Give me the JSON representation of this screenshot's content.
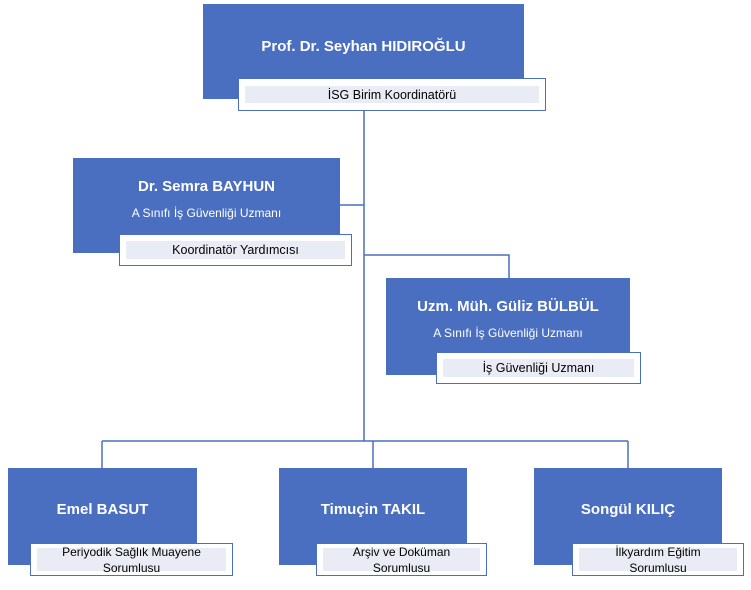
{
  "colors": {
    "box_fill": "#4a6fc1",
    "connector": "#4a6fc1",
    "label_border": "#4a6fc1",
    "label_shade": "#e9ecf5"
  },
  "coordinator": {
    "name": "Prof. Dr. Seyhan HIDIROĞLU",
    "role": "İSG Birim Koordinatörü"
  },
  "deputy": {
    "name": "Dr. Semra BAYHUN",
    "subtitle": "A Sınıfı İş Güvenliği Uzmanı",
    "role": "Koordinatör Yardımcısı"
  },
  "specialist": {
    "name": "Uzm. Müh. Güliz BÜLBÜL",
    "subtitle": "A Sınıfı İş Güvenliği Uzmanı",
    "role": "İş Güvenliği Uzmanı"
  },
  "staff": [
    {
      "name": "Emel BASUT",
      "role_line1": "Periyodik Sağlık Muayene",
      "role_line2": "Sorumlusu"
    },
    {
      "name": "Timuçin TAKIL",
      "role_line1": "Arşiv ve Doküman",
      "role_line2": "Sorumlusu"
    },
    {
      "name": "Songül KILIÇ",
      "role_line1": "İlkyardım Eğitim",
      "role_line2": "Sorumlusu"
    }
  ]
}
